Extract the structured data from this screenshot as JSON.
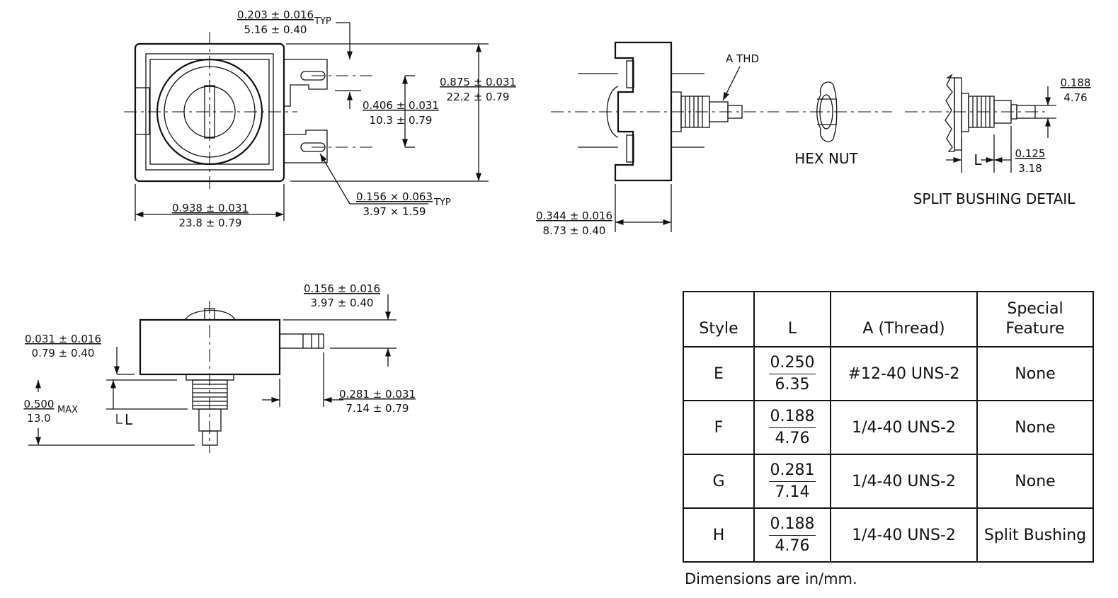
{
  "front_view": {
    "dim_typ_top": {
      "in": "0.203 ± 0.016",
      "mm": "5.16 ± 0.40",
      "suffix": "TYP"
    },
    "dim_height": {
      "in": "0.875 ± 0.031",
      "mm": "22.2 ± 0.79"
    },
    "dim_terminal_spacing": {
      "in": "0.406 ± 0.031",
      "mm": "10.3 ± 0.79"
    },
    "dim_width": {
      "in": "0.938 ± 0.031",
      "mm": "23.8 ± 0.79"
    },
    "dim_slot": {
      "in": "0.156 × 0.063",
      "mm": "3.97 × 1.59",
      "suffix": "TYP"
    }
  },
  "side_view": {
    "thread_label": "A THD",
    "dim_depth": {
      "in": "0.344 ± 0.016",
      "mm": "8.73 ± 0.40"
    },
    "hex_nut_label": "HEX NUT"
  },
  "split_bushing_detail": {
    "title": "SPLIT BUSHING DETAIL",
    "dim_slot_width": {
      "in": "0.188",
      "mm": "4.76"
    },
    "dim_slot_depth": {
      "in": "0.125",
      "mm": "3.18"
    },
    "l_label": "L"
  },
  "bottom_view": {
    "dim_terminal_top": {
      "in": "0.156 ± 0.016",
      "mm": "3.97 ± 0.40"
    },
    "dim_flange": {
      "in": "0.031 ± 0.016",
      "mm": "0.79 ± 0.40"
    },
    "dim_max": {
      "in": "0.500",
      "mm": "13.0",
      "suffix": "MAX"
    },
    "l_label": "L",
    "dim_offset": {
      "in": "0.281 ± 0.031",
      "mm": "7.14 ± 0.79"
    }
  },
  "table": {
    "headers": {
      "style": "Style",
      "l": "L",
      "thread": "A (Thread)",
      "special_line1": "Special",
      "special_line2": "Feature"
    },
    "rows": [
      {
        "style": "E",
        "l_in": "0.250",
        "l_mm": "6.35",
        "thread": "#12-40  UNS-2",
        "feature": "None"
      },
      {
        "style": "F",
        "l_in": "0.188",
        "l_mm": "4.76",
        "thread": "1/4-40  UNS-2",
        "feature": "None"
      },
      {
        "style": "G",
        "l_in": "0.281",
        "l_mm": "7.14",
        "thread": "1/4-40  UNS-2",
        "feature": "None"
      },
      {
        "style": "H",
        "l_in": "0.188",
        "l_mm": "4.76",
        "thread": "1/4-40  UNS-2",
        "feature": "Split Bushing"
      }
    ]
  },
  "note": "Dimensions are in/mm."
}
